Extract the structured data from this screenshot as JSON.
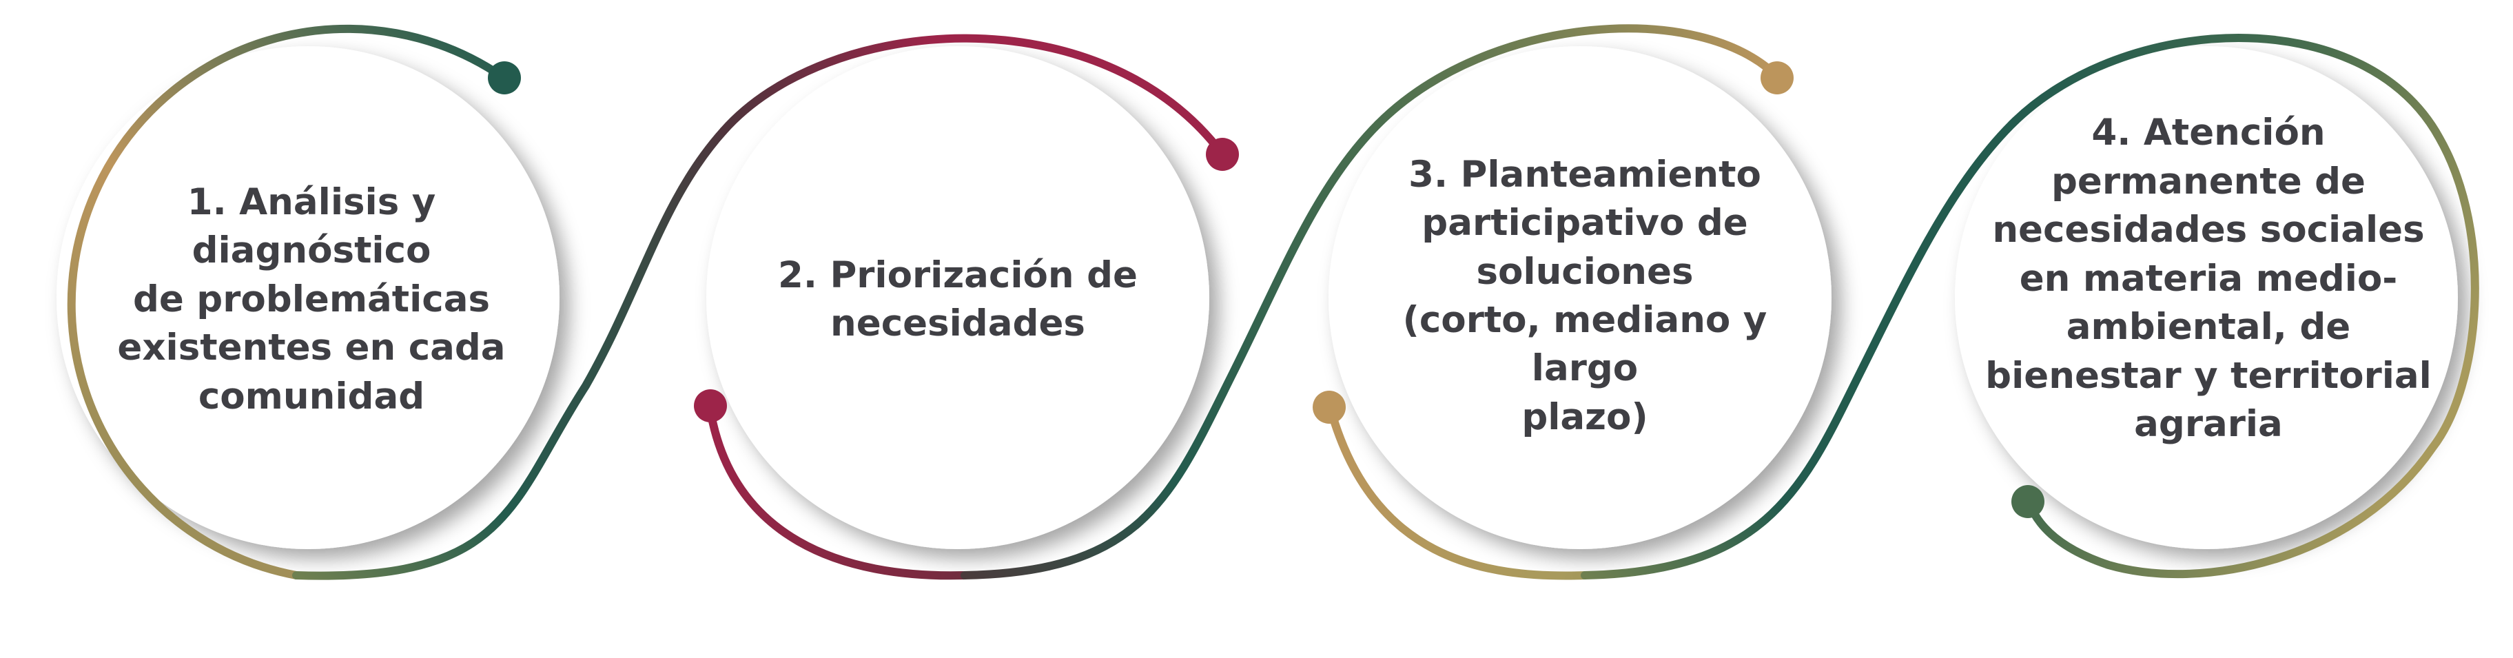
{
  "colors": {
    "tan": "#BC955C",
    "dark_green": "#235B4E",
    "mid_green": "#4A6E4E",
    "wine": "#9D2449",
    "text": "#3F3F44"
  },
  "steps": [
    {
      "label": "1.  Análisis y diagnóstico\nde problemáticas\nexistentes en cada\ncomunidad"
    },
    {
      "label": "2. Priorización de\nnecesidades"
    },
    {
      "label": "3.  Planteamiento\nparticipativo de\nsoluciones\n(corto, mediano y largo\nplazo)"
    },
    {
      "label": "4. Atención\npermanente de\nnecesidades sociales\nen materia medio-\nambiental, de\nbienestar y territorial\nagraria"
    }
  ]
}
